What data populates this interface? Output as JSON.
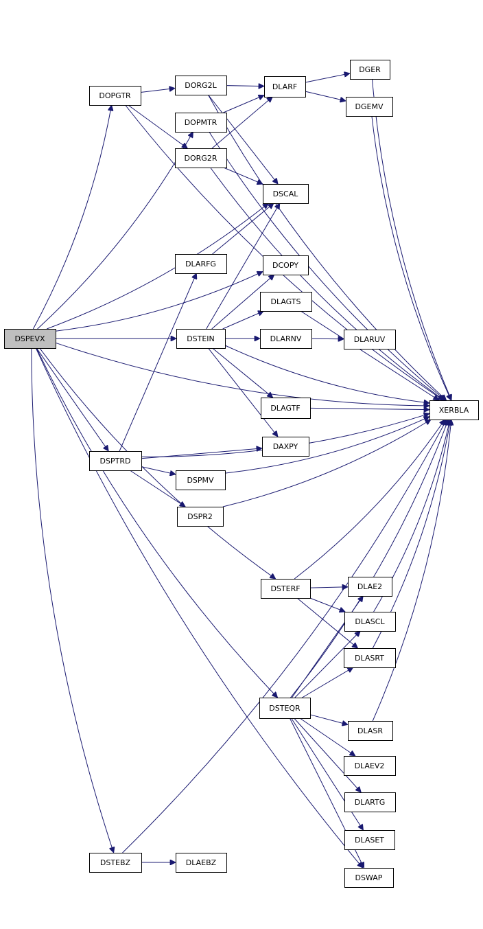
{
  "colors": {
    "edge": "#191970",
    "root_fill": "#bfbfbf",
    "node_fill": "#ffffff",
    "node_stroke": "#000000"
  },
  "nodes": [
    {
      "id": "DSPEVX",
      "label": "DSPEVX",
      "root": true
    },
    {
      "id": "DOPGTR",
      "label": "DOPGTR"
    },
    {
      "id": "DORG2L",
      "label": "DORG2L"
    },
    {
      "id": "DOPMTR",
      "label": "DOPMTR"
    },
    {
      "id": "DORG2R",
      "label": "DORG2R"
    },
    {
      "id": "DLARF",
      "label": "DLARF"
    },
    {
      "id": "DGER",
      "label": "DGER"
    },
    {
      "id": "DGEMV",
      "label": "DGEMV"
    },
    {
      "id": "DSCAL",
      "label": "DSCAL"
    },
    {
      "id": "DLARFG",
      "label": "DLARFG"
    },
    {
      "id": "DCOPY",
      "label": "DCOPY"
    },
    {
      "id": "DLAGTS",
      "label": "DLAGTS"
    },
    {
      "id": "DSTEIN",
      "label": "DSTEIN"
    },
    {
      "id": "DLARNV",
      "label": "DLARNV"
    },
    {
      "id": "DLARUV",
      "label": "DLARUV"
    },
    {
      "id": "DLAGTF",
      "label": "DLAGTF"
    },
    {
      "id": "XERBLA",
      "label": "XERBLA"
    },
    {
      "id": "DSPTRD",
      "label": "DSPTRD"
    },
    {
      "id": "DAXPY",
      "label": "DAXPY"
    },
    {
      "id": "DSPMV",
      "label": "DSPMV"
    },
    {
      "id": "DSPR2",
      "label": "DSPR2"
    },
    {
      "id": "DSTERF",
      "label": "DSTERF"
    },
    {
      "id": "DLAE2",
      "label": "DLAE2"
    },
    {
      "id": "DLASCL",
      "label": "DLASCL"
    },
    {
      "id": "DLASRT",
      "label": "DLASRT"
    },
    {
      "id": "DSTEQR",
      "label": "DSTEQR"
    },
    {
      "id": "DLASR",
      "label": "DLASR"
    },
    {
      "id": "DLAEV2",
      "label": "DLAEV2"
    },
    {
      "id": "DLARTG",
      "label": "DLARTG"
    },
    {
      "id": "DLASET",
      "label": "DLASET"
    },
    {
      "id": "DSTEBZ",
      "label": "DSTEBZ"
    },
    {
      "id": "DLAEBZ",
      "label": "DLAEBZ"
    },
    {
      "id": "DSWAP",
      "label": "DSWAP"
    }
  ],
  "edges": [
    [
      "DSPEVX",
      "DOPGTR"
    ],
    [
      "DSPEVX",
      "DOPMTR"
    ],
    [
      "DSPEVX",
      "DSCAL"
    ],
    [
      "DSPEVX",
      "XERBLA"
    ],
    [
      "DSPEVX",
      "DCOPY"
    ],
    [
      "DSPEVX",
      "DSTEIN"
    ],
    [
      "DSPEVX",
      "DSPTRD"
    ],
    [
      "DSPEVX",
      "DSTERF"
    ],
    [
      "DSPEVX",
      "DSTEQR"
    ],
    [
      "DSPEVX",
      "DSTEBZ"
    ],
    [
      "DSPEVX",
      "DSWAP"
    ],
    [
      "DOPGTR",
      "DORG2L"
    ],
    [
      "DOPGTR",
      "DORG2R"
    ],
    [
      "DOPGTR",
      "XERBLA"
    ],
    [
      "DORG2L",
      "DLARF"
    ],
    [
      "DORG2L",
      "DSCAL"
    ],
    [
      "DORG2L",
      "XERBLA"
    ],
    [
      "DOPMTR",
      "DLARF"
    ],
    [
      "DOPMTR",
      "XERBLA"
    ],
    [
      "DORG2R",
      "DLARF"
    ],
    [
      "DORG2R",
      "DSCAL"
    ],
    [
      "DORG2R",
      "XERBLA"
    ],
    [
      "DLARF",
      "DGER"
    ],
    [
      "DLARF",
      "DGEMV"
    ],
    [
      "DGER",
      "XERBLA"
    ],
    [
      "DGEMV",
      "XERBLA"
    ],
    [
      "DLARFG",
      "DSCAL"
    ],
    [
      "DSTEIN",
      "DSCAL"
    ],
    [
      "DSTEIN",
      "DCOPY"
    ],
    [
      "DSTEIN",
      "DLAGTS"
    ],
    [
      "DSTEIN",
      "DLARNV"
    ],
    [
      "DSTEIN",
      "XERBLA"
    ],
    [
      "DSTEIN",
      "DLAGTF"
    ],
    [
      "DSTEIN",
      "DAXPY"
    ],
    [
      "DLAGTS",
      "XERBLA"
    ],
    [
      "DLARNV",
      "DLARUV"
    ],
    [
      "DLAGTF",
      "XERBLA"
    ],
    [
      "DSPTRD",
      "DLARFG"
    ],
    [
      "DSPTRD",
      "DAXPY"
    ],
    [
      "DSPTRD",
      "DSPMV"
    ],
    [
      "DSPTRD",
      "DSPR2"
    ],
    [
      "DSPTRD",
      "XERBLA"
    ],
    [
      "DSPMV",
      "XERBLA"
    ],
    [
      "DSPR2",
      "XERBLA"
    ],
    [
      "DSTERF",
      "XERBLA"
    ],
    [
      "DSTERF",
      "DLAE2"
    ],
    [
      "DSTERF",
      "DLASCL"
    ],
    [
      "DSTERF",
      "DLASRT"
    ],
    [
      "DLASCL",
      "XERBLA"
    ],
    [
      "DLASRT",
      "XERBLA"
    ],
    [
      "DSTEQR",
      "DLAE2"
    ],
    [
      "DSTEQR",
      "DLASCL"
    ],
    [
      "DSTEQR",
      "DLASRT"
    ],
    [
      "DSTEQR",
      "XERBLA"
    ],
    [
      "DSTEQR",
      "DLASR"
    ],
    [
      "DSTEQR",
      "DLAEV2"
    ],
    [
      "DSTEQR",
      "DLARTG"
    ],
    [
      "DSTEQR",
      "DLASET"
    ],
    [
      "DSTEQR",
      "DSWAP"
    ],
    [
      "DLASR",
      "XERBLA"
    ],
    [
      "DSTEBZ",
      "DLAEBZ"
    ],
    [
      "DSTEBZ",
      "XERBLA"
    ]
  ]
}
